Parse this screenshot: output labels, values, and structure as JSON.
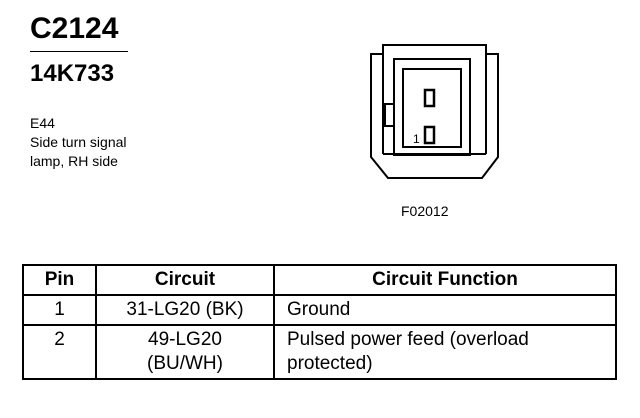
{
  "header": {
    "connector_id": "C2124",
    "part_number": "14K733"
  },
  "description": {
    "lines": [
      "E44",
      "Side turn signal",
      "lamp, RH side"
    ]
  },
  "figure": {
    "pin_label": "1",
    "code": "F02012"
  },
  "table": {
    "headers": [
      "Pin",
      "Circuit",
      "Circuit Function"
    ],
    "rows": [
      {
        "pin": "1",
        "circuit": [
          "31-LG20 (BK)"
        ],
        "function": [
          "Ground"
        ]
      },
      {
        "pin": "2",
        "circuit": [
          "49-LG20",
          "(BU/WH)"
        ],
        "function": [
          "Pulsed power feed (overload",
          "protected)"
        ]
      }
    ]
  }
}
